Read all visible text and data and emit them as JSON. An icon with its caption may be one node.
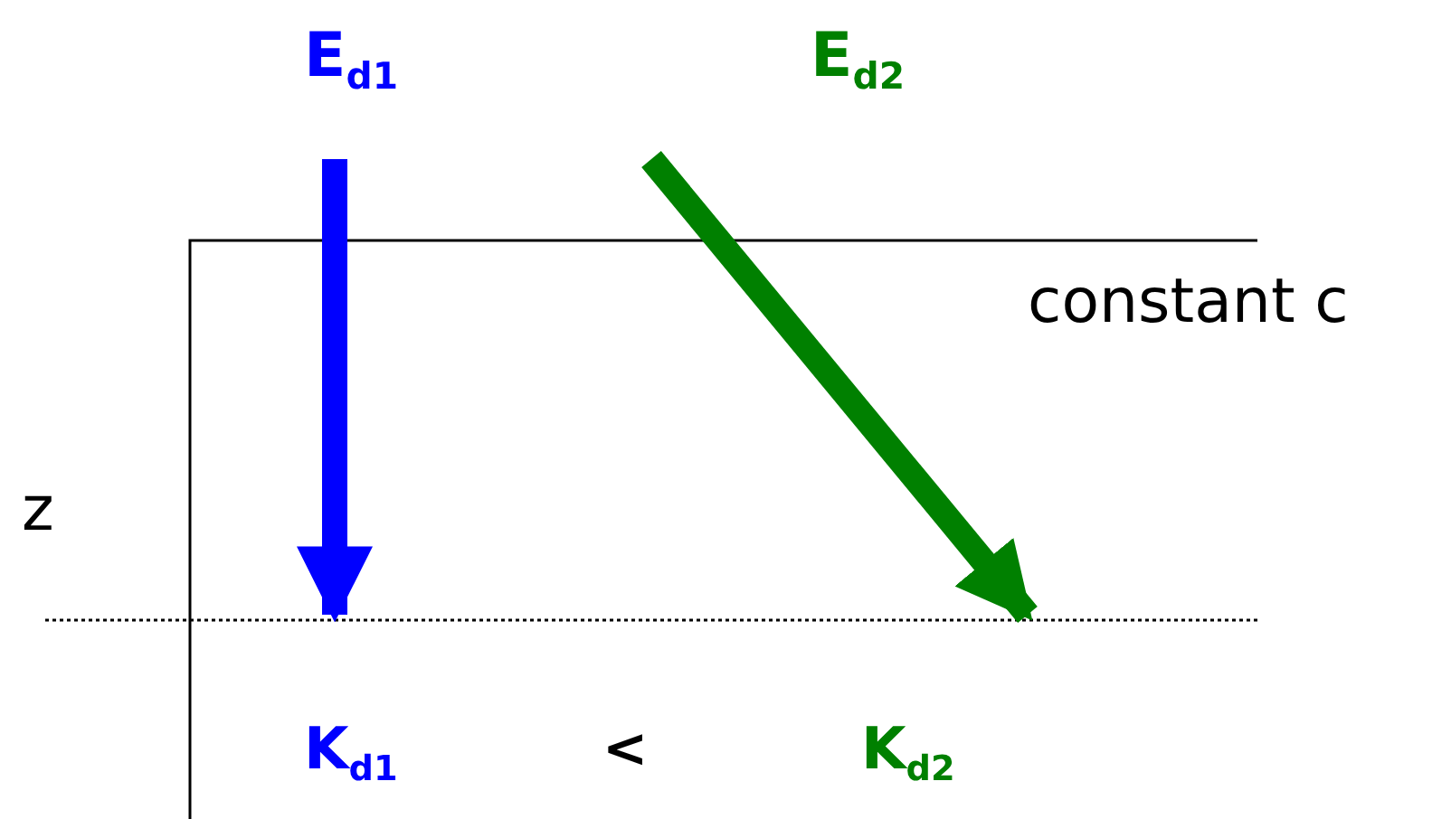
{
  "diagram": {
    "labels": [
      "E$_{d1}$",
      "E$_{d2}$",
      "constant c",
      "z",
      "K$_{d1}$",
      "<",
      "K$_{d2}$"
    ]
  }
}
